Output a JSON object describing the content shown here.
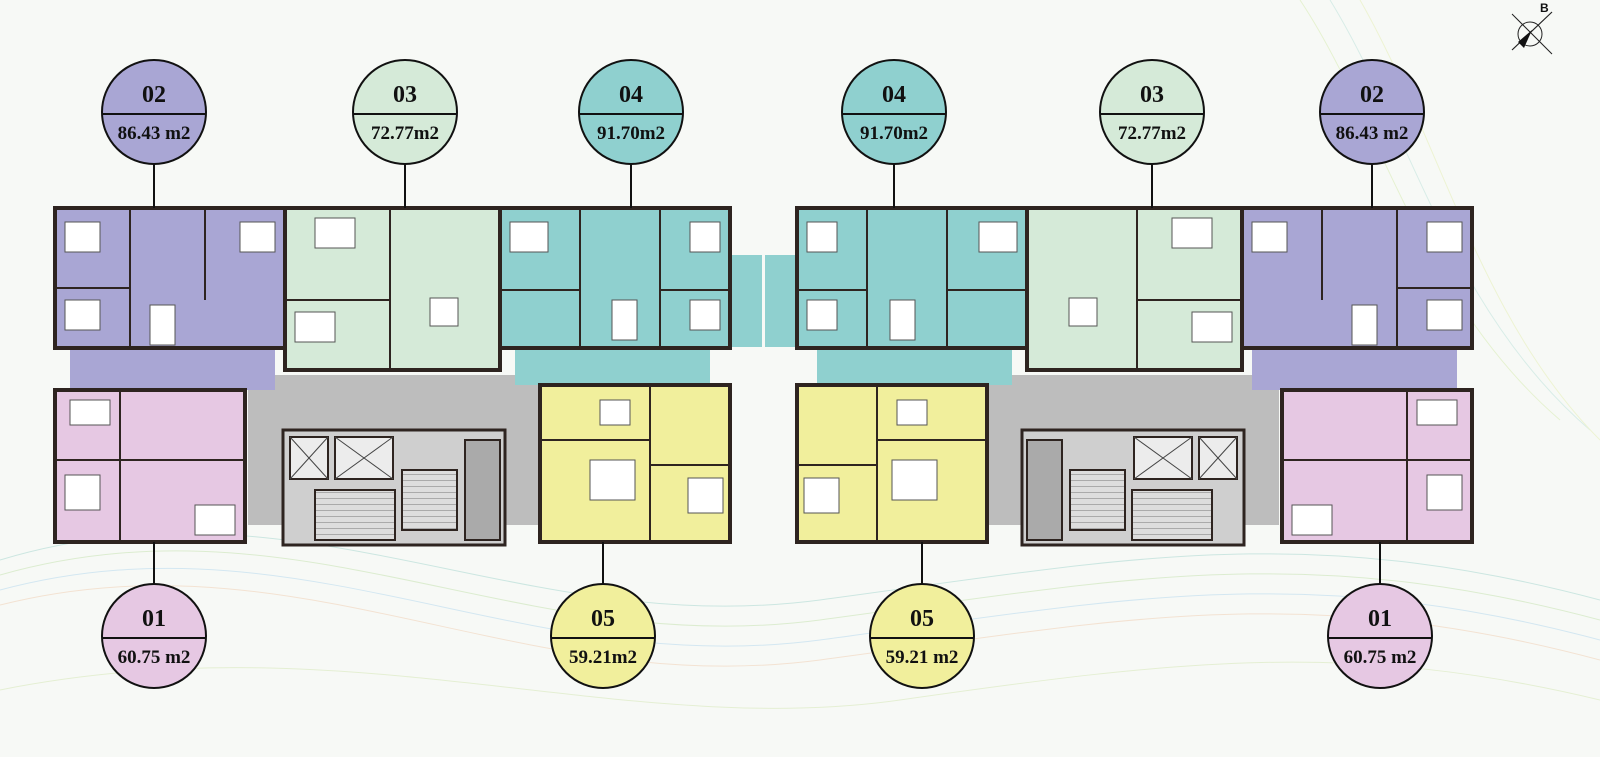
{
  "compass": {
    "north_label": "B"
  },
  "colors": {
    "unit_01": "#e6c8e3",
    "unit_02": "#a9a6d4",
    "unit_03": "#d5ead8",
    "unit_04": "#8fd0cf",
    "unit_05": "#f1ef9c",
    "corridor": "#bdbdbd",
    "wall": "#2e2420"
  },
  "labels": [
    {
      "code": "02",
      "area": "86.43 m2",
      "unit": "unit_02"
    },
    {
      "code": "03",
      "area": "72.77m2",
      "unit": "unit_03"
    },
    {
      "code": "04",
      "area": "91.70m2",
      "unit": "unit_04"
    },
    {
      "code": "04",
      "area": "91.70m2",
      "unit": "unit_04"
    },
    {
      "code": "03",
      "area": "72.77m2",
      "unit": "unit_03"
    },
    {
      "code": "02",
      "area": "86.43 m2",
      "unit": "unit_02"
    },
    {
      "code": "01",
      "area": "60.75 m2",
      "unit": "unit_01"
    },
    {
      "code": "05",
      "area": "59.21m2",
      "unit": "unit_05"
    },
    {
      "code": "05",
      "area": "59.21 m2",
      "unit": "unit_05"
    },
    {
      "code": "01",
      "area": "60.75 m2",
      "unit": "unit_01"
    }
  ]
}
